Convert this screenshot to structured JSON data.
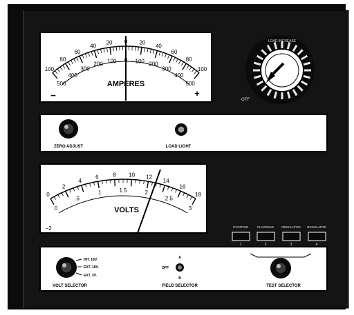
{
  "ammeter": {
    "title": "AMPERES",
    "outer_labels": [
      "100",
      "80",
      "60",
      "40",
      "20",
      "0",
      "20",
      "40",
      "60",
      "80",
      "100"
    ],
    "inner_labels": [
      "500",
      "400",
      "300",
      "200",
      "100",
      "0",
      "100",
      "200",
      "300",
      "400",
      "500"
    ],
    "minus_sign": "−",
    "plus_sign": "+"
  },
  "load_knob": {
    "ring_text": "LOAD INCREASE",
    "off_label": "OFF"
  },
  "mid_panel": {
    "zero_adjust_label": "ZERO ADJUST",
    "load_light_label": "LOAD LIGHT"
  },
  "voltmeter": {
    "title": "VOLTS",
    "outer_labels": [
      "0",
      "2",
      "4",
      "6",
      "8",
      "10",
      "12",
      "14",
      "16",
      "18"
    ],
    "inner_labels": [
      "0",
      ".5",
      "1",
      "1.5",
      "2",
      "2.5",
      "3"
    ],
    "low_label": "−2"
  },
  "test_buttons": [
    {
      "caption": "STARTING",
      "number": "1"
    },
    {
      "caption": "CHARGING",
      "number": "2"
    },
    {
      "caption": "REGULATOR",
      "number": "3"
    },
    {
      "caption": "REGULATOR",
      "number": "4"
    }
  ],
  "bottom_panel": {
    "volt_selector_label": "VOLT SELECTOR",
    "volt_options": [
      "INT. 18V.",
      "EXT. 18V.",
      "EXT. 3V."
    ],
    "field_selector_label": "FIELD SELECTOR",
    "field_positions": {
      "off": "OFF",
      "a": "A",
      "b": "B"
    },
    "test_selector_label": "TEST SELECTOR"
  },
  "colors": {
    "case": "#0b0b0b",
    "panel": "#ffffff",
    "ink": "#000000"
  }
}
